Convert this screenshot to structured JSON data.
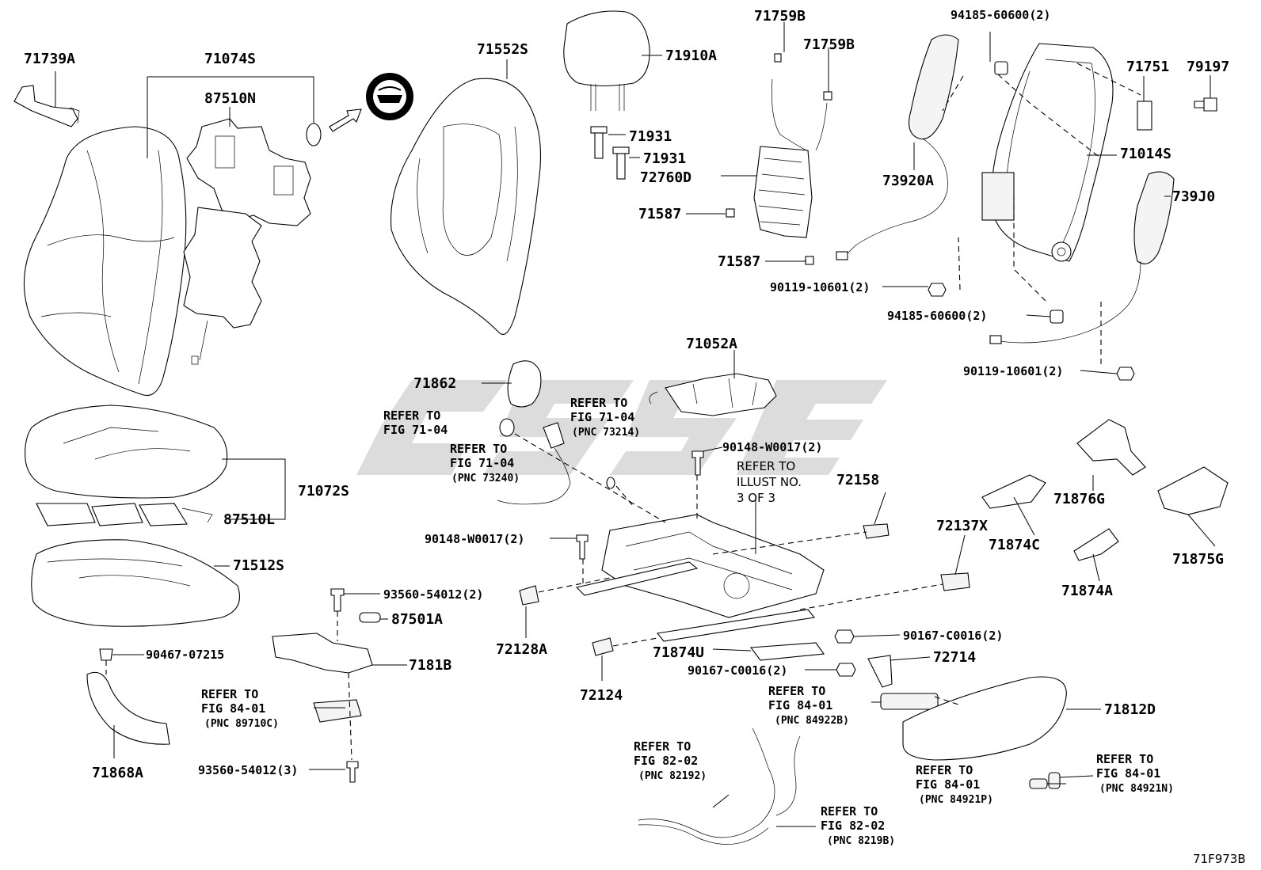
{
  "diagram_id": "71F973B",
  "parts": [
    {
      "key": "p71739A",
      "number": "71739A"
    },
    {
      "key": "p71074S",
      "number": "71074S"
    },
    {
      "key": "p87510N",
      "number": "87510N"
    },
    {
      "key": "p71552S",
      "number": "71552S"
    },
    {
      "key": "p71910A",
      "number": "71910A"
    },
    {
      "key": "p71931a",
      "number": "71931"
    },
    {
      "key": "p71931b",
      "number": "71931"
    },
    {
      "key": "p72760D",
      "number": "72760D"
    },
    {
      "key": "p71759Ba",
      "number": "71759B"
    },
    {
      "key": "p71759Bb",
      "number": "71759B"
    },
    {
      "key": "p71587a",
      "number": "71587"
    },
    {
      "key": "p71587b",
      "number": "71587"
    },
    {
      "key": "p9418560600a",
      "number": "94185-60600(2)"
    },
    {
      "key": "p71751",
      "number": "71751"
    },
    {
      "key": "p79197",
      "number": "79197"
    },
    {
      "key": "p71014S",
      "number": "71014S"
    },
    {
      "key": "p73920A",
      "number": "73920A"
    },
    {
      "key": "p739J0",
      "number": "739J0"
    },
    {
      "key": "p9011910601a",
      "number": "90119-10601(2)"
    },
    {
      "key": "p9418560600b",
      "number": "94185-60600(2)"
    },
    {
      "key": "p9011910601b",
      "number": "90119-10601(2)"
    },
    {
      "key": "p71052A",
      "number": "71052A"
    },
    {
      "key": "p71862",
      "number": "71862"
    },
    {
      "key": "p90148W0017a",
      "number": "90148-W0017(2)"
    },
    {
      "key": "p90148W0017b",
      "number": "90148-W0017(2)"
    },
    {
      "key": "p72158",
      "number": "72158"
    },
    {
      "key": "p72137X",
      "number": "72137X"
    },
    {
      "key": "p71876G",
      "number": "71876G"
    },
    {
      "key": "p71874C",
      "number": "71874C"
    },
    {
      "key": "p71875G",
      "number": "71875G"
    },
    {
      "key": "p71874A",
      "number": "71874A"
    },
    {
      "key": "p71072S",
      "number": "71072S"
    },
    {
      "key": "p87510L",
      "number": "87510L"
    },
    {
      "key": "p71512S",
      "number": "71512S"
    },
    {
      "key": "p9356054012a",
      "number": "93560-54012(2)"
    },
    {
      "key": "p87501A",
      "number": "87501A"
    },
    {
      "key": "p72128A",
      "number": "72128A"
    },
    {
      "key": "p72124",
      "number": "72124"
    },
    {
      "key": "p71874U",
      "number": "71874U"
    },
    {
      "key": "p90467",
      "number": "90467-07215"
    },
    {
      "key": "p7181B",
      "number": "7181B"
    },
    {
      "key": "p71868A",
      "number": "71868A"
    },
    {
      "key": "p9356054012b",
      "number": "93560-54012(3)"
    },
    {
      "key": "p90167C0016a",
      "number": "90167-C0016(2)"
    },
    {
      "key": "p90167C0016b",
      "number": "90167-C0016(2)"
    },
    {
      "key": "p72714",
      "number": "72714"
    },
    {
      "key": "p71812D",
      "number": "71812D"
    }
  ],
  "references": [
    {
      "key": "r1",
      "line1": "REFER TO",
      "line2": "FIG 71-04",
      "pnc": ""
    },
    {
      "key": "r2",
      "line1": "REFER TO",
      "line2": "FIG 71-04",
      "pnc": "(PNC 73214)"
    },
    {
      "key": "r3",
      "line1": "REFER TO",
      "line2": "FIG 71-04",
      "pnc": "(PNC 73240)"
    },
    {
      "key": "r5",
      "line1": "REFER TO",
      "line2": "FIG 84-01",
      "pnc": "(PNC 89710C)"
    },
    {
      "key": "r6",
      "line1": "REFER TO",
      "line2": "FIG 84-01",
      "pnc": "(PNC 84922B)"
    },
    {
      "key": "r7",
      "line1": "REFER TO",
      "line2": "FIG 82-02",
      "pnc": "(PNC 82192)"
    },
    {
      "key": "r8",
      "line1": "REFER TO",
      "line2": "FIG 82-02",
      "pnc": "(PNC 8219B)"
    },
    {
      "key": "r9",
      "line1": "REFER TO",
      "line2": "FIG 84-01",
      "pnc": "(PNC 84921P)"
    },
    {
      "key": "r10",
      "line1": "REFER TO",
      "line2": "FIG 84-01",
      "pnc": "(PNC 84921N)"
    }
  ],
  "illust_note": {
    "line1": "REFER TO",
    "line2": "ILLUST NO.",
    "line3": "3 OF 3"
  }
}
